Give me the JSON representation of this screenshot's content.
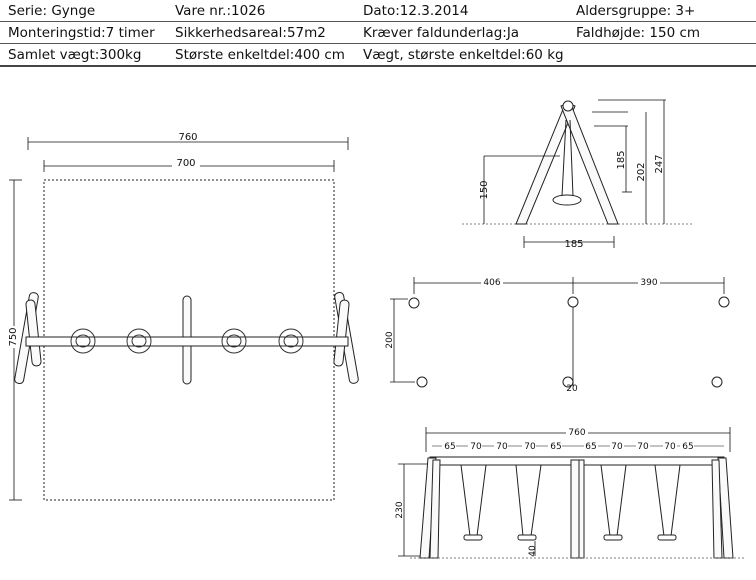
{
  "info": {
    "row1": {
      "serie": "Serie: Gynge",
      "vare": "Vare nr.:1026",
      "dato": "Dato:12.3.2014",
      "alder": "Aldersgruppe: 3+"
    },
    "row2": {
      "montering": "Monteringstid:7 timer",
      "sikkerhed": "Sikkerhedsareal:57m2",
      "faldunderlag": "Kræver faldunderlag:Ja",
      "faldhoejde": "Faldhøjde: 150 cm"
    },
    "row3": {
      "vaegt": "Samlet vægt:300kg",
      "stoerste": "Største enkeltdel:400 cm",
      "vaegt_stoerste": "Vægt, største enkeltdel:60 kg",
      "empty": ""
    }
  },
  "plan": {
    "outer_width": "760",
    "inner_width": "700",
    "depth": "750"
  },
  "side": {
    "h_total": "247",
    "h_beam": "202",
    "h_chain": "185",
    "h_seat": "150",
    "base": "185"
  },
  "foundation": {
    "span_left": "406",
    "span_right": "390",
    "depth": "200",
    "small": "20"
  },
  "front": {
    "total": "760",
    "segments": [
      "65",
      "70",
      "70",
      "70",
      "65",
      "65",
      "70",
      "70",
      "70",
      "65"
    ],
    "height": "230",
    "clearance": "40"
  }
}
